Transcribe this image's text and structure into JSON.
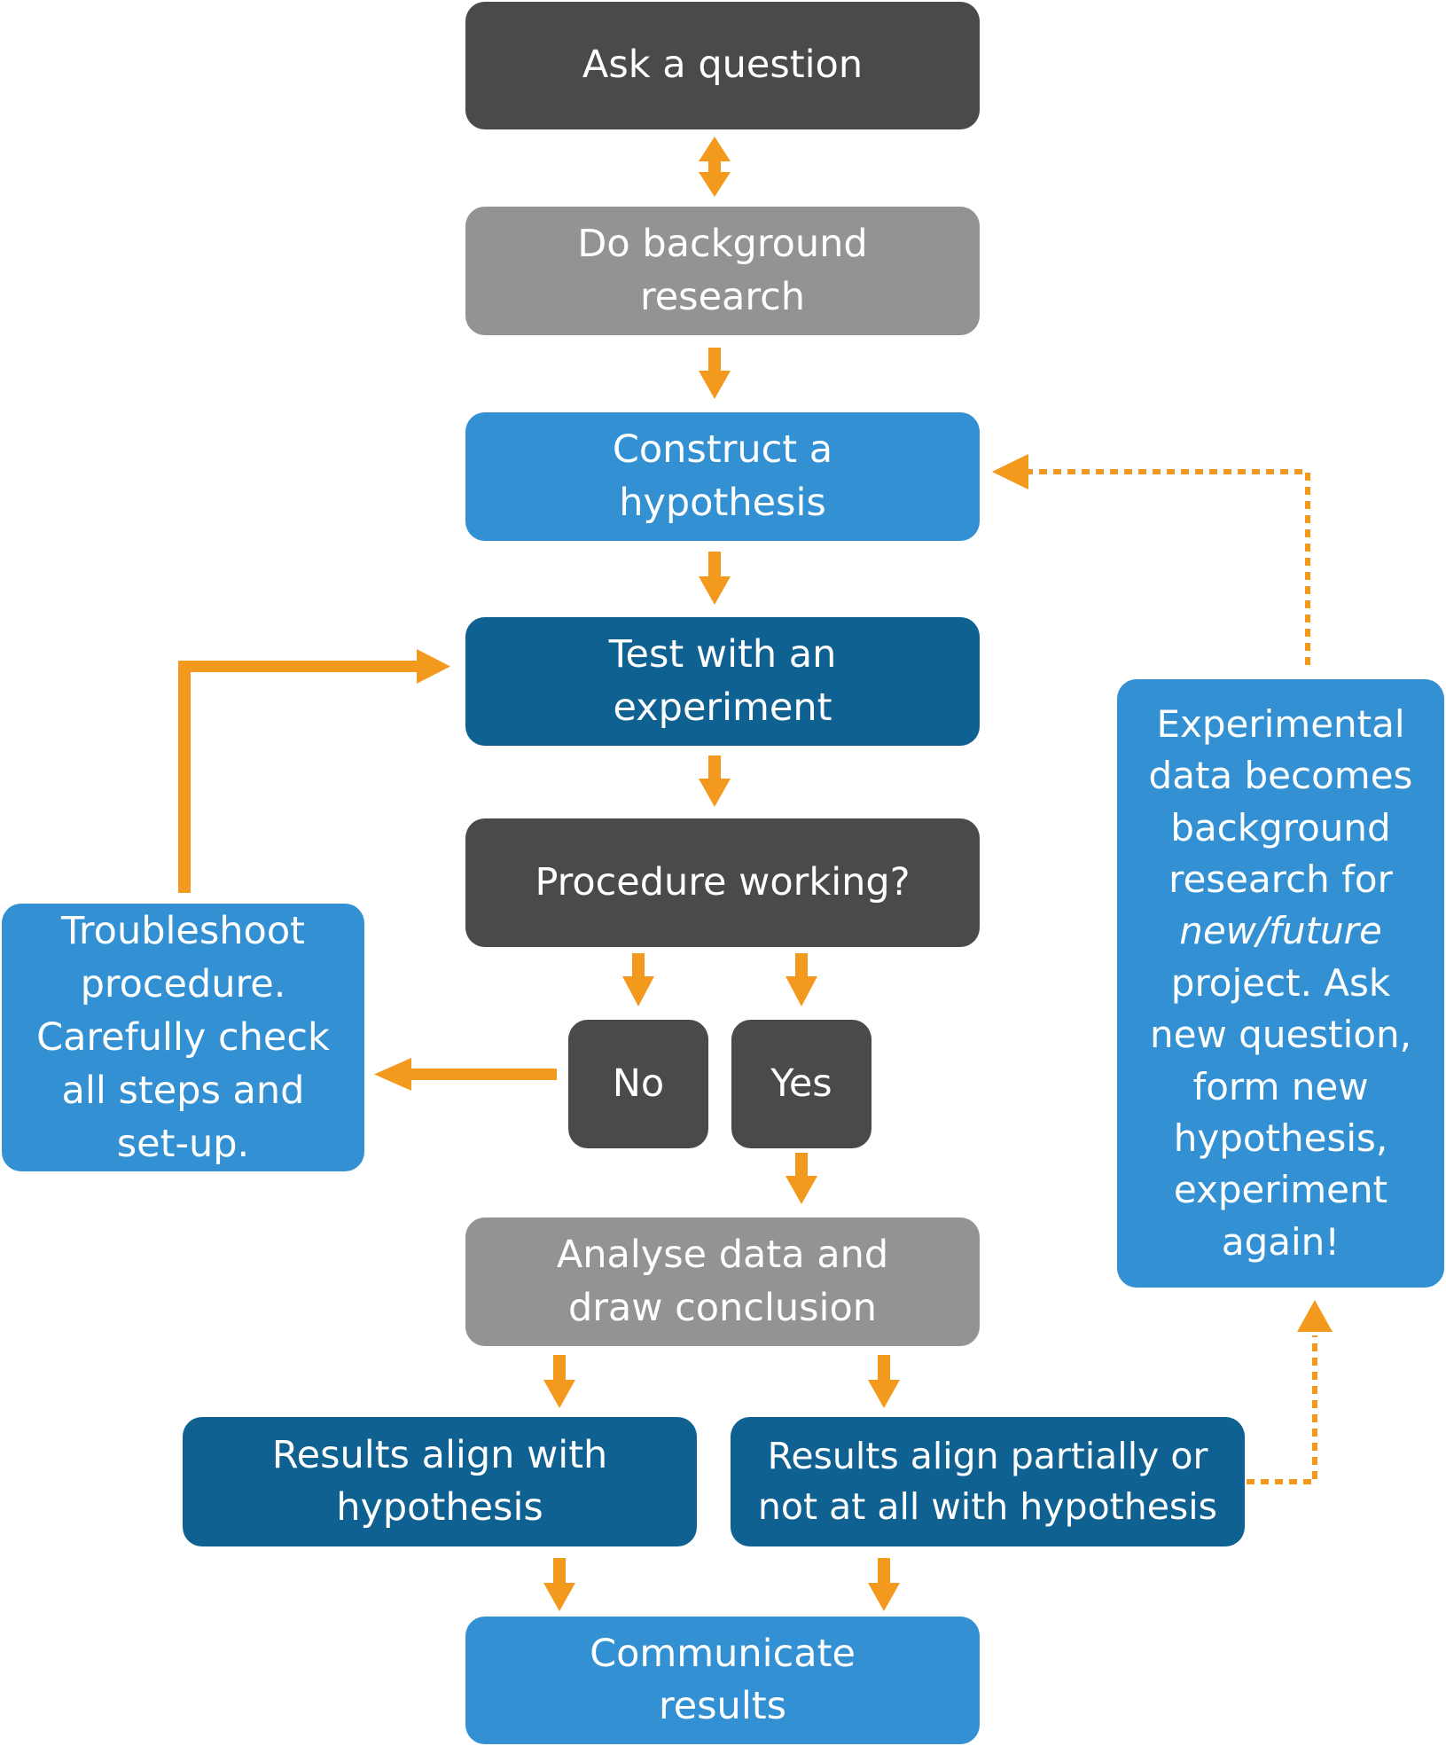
{
  "diagram": {
    "nodes": {
      "ask": {
        "lines": [
          "Ask a question"
        ]
      },
      "research": {
        "lines": [
          "Do background",
          "research"
        ]
      },
      "hypothesis": {
        "lines": [
          "Construct a",
          "hypothesis"
        ]
      },
      "test": {
        "lines": [
          "Test with an",
          "experiment"
        ]
      },
      "procedure": {
        "lines": [
          "Procedure working?"
        ]
      },
      "no": {
        "lines": [
          "No"
        ]
      },
      "yes": {
        "lines": [
          "Yes"
        ]
      },
      "troubleshoot": {
        "lines": [
          "Troubleshoot",
          "procedure.",
          "Carefully check",
          "all steps and",
          "set-up."
        ]
      },
      "analyse": {
        "lines": [
          "Analyse data and",
          "draw conclusion"
        ]
      },
      "align": {
        "lines": [
          "Results align with",
          "hypothesis"
        ]
      },
      "partial": {
        "lines": [
          "Results align partially or",
          "not at all with hypothesis"
        ]
      },
      "communicate": {
        "lines": [
          "Communicate",
          "results"
        ]
      },
      "experimental": {
        "lines": [
          "Experimental",
          "data becomes",
          "background",
          "research for"
        ],
        "italic_line": "new/future",
        "lines_after": [
          "project. Ask",
          "new question,",
          "form new",
          "hypothesis,",
          "experiment",
          "again!"
        ]
      }
    },
    "colors": {
      "dark": "#4a4a4a",
      "gray": "#929393",
      "light_blue": "#3391d3",
      "navy": "#0f6192",
      "arrow": "#f39a1e"
    }
  }
}
